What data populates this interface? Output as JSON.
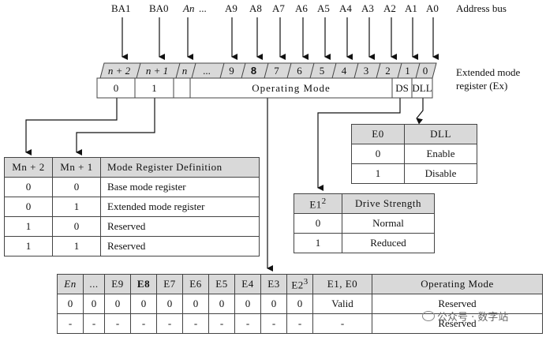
{
  "address_bus": {
    "labels": [
      "BA1",
      "BA0",
      "An",
      "...",
      "A9",
      "A8",
      "A7",
      "A6",
      "A5",
      "A4",
      "A3",
      "A2",
      "A1",
      "A0"
    ],
    "title": "Address bus"
  },
  "register": {
    "bit_labels": [
      "n + 2",
      "n + 1",
      "n",
      "...",
      "9",
      "8",
      "7",
      "6",
      "5",
      "4",
      "3",
      "2",
      "1",
      "0"
    ],
    "field_ba1": "0",
    "field_ba0": "1",
    "field_opmode": "Operating Mode",
    "field_ds": "DS",
    "field_dll": "DLL",
    "title_line1": "Extended mode",
    "title_line2": "register (Ex)"
  },
  "mode_table": {
    "headers": [
      "Mn + 2",
      "Mn + 1",
      "Mode Register Definition"
    ],
    "rows": [
      [
        "0",
        "0",
        "Base mode register"
      ],
      [
        "0",
        "1",
        "Extended mode register"
      ],
      [
        "1",
        "0",
        "Reserved"
      ],
      [
        "1",
        "1",
        "Reserved"
      ]
    ]
  },
  "dll_table": {
    "headers": [
      "E0",
      "DLL"
    ],
    "rows": [
      [
        "0",
        "Enable"
      ],
      [
        "1",
        "Disable"
      ]
    ]
  },
  "drive_table": {
    "headers": [
      "E1",
      "Drive Strength"
    ],
    "header_sup": "2",
    "rows": [
      [
        "0",
        "Normal"
      ],
      [
        "1",
        "Reduced"
      ]
    ]
  },
  "opmode_table": {
    "headers": [
      "En",
      "...",
      "E9",
      "E8",
      "E7",
      "E6",
      "E5",
      "E4",
      "E3",
      "E2",
      "E1, E0",
      "Operating Mode"
    ],
    "e2_sup": "3",
    "rows": [
      [
        "0",
        "0",
        "0",
        "0",
        "0",
        "0",
        "0",
        "0",
        "0",
        "0",
        "Valid",
        "Reserved"
      ],
      [
        "-",
        "-",
        "-",
        "-",
        "-",
        "-",
        "-",
        "-",
        "-",
        "-",
        "-",
        "Reserved"
      ]
    ]
  },
  "watermark": "公众号 · 数字站"
}
